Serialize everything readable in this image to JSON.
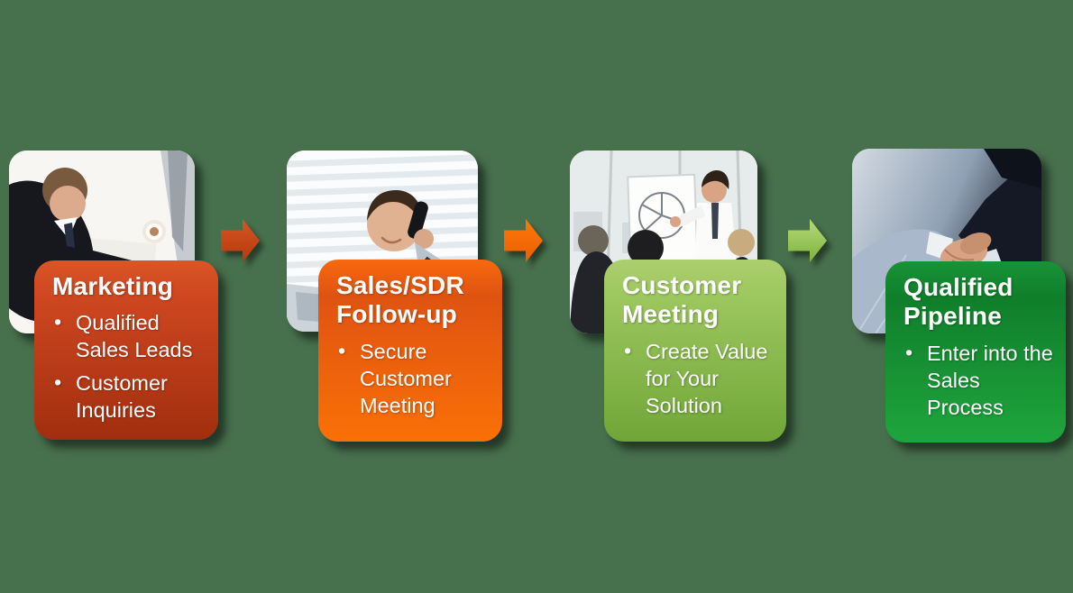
{
  "background_color": "#47704D",
  "stages": [
    {
      "title": "Marketing",
      "bullets": [
        "Qualified Sales Leads",
        "Customer Inquiries"
      ],
      "photo_icon": "businessman-working-at-desk",
      "colors": {
        "top_edge": "#DA5527",
        "title_area": "#CE4720",
        "bottom": "#A12E0F"
      }
    },
    {
      "title": "Sales/SDR Follow-up",
      "bullets": [
        "Secure Customer Meeting"
      ],
      "photo_icon": "salesman-talking-on-phone",
      "colors": {
        "top_edge": "#F8690E",
        "title_area": "#DF5312",
        "bottom": "#FA7006"
      }
    },
    {
      "title": "Customer Meeting",
      "bullets": [
        "Create Value for Your Solution"
      ],
      "photo_icon": "business-presentation-meeting",
      "colors": {
        "top_edge": "#ABCF6E",
        "title_area": "#9DC75F",
        "bottom": "#70A637"
      }
    },
    {
      "title": "Qualified Pipeline",
      "bullets": [
        "Enter into the Sales Process"
      ],
      "photo_icon": "business-handshake",
      "colors": {
        "top_edge": "#189336",
        "title_area": "#107E2B",
        "bottom": "#1FA53D"
      }
    }
  ],
  "arrows": [
    {
      "icon": "arrow-right-icon",
      "color_top": "#D95420",
      "color_bottom": "#B23A10"
    },
    {
      "icon": "arrow-right-icon",
      "color_top": "#FB7A07",
      "color_bottom": "#ED5D04"
    },
    {
      "icon": "arrow-right-icon",
      "color_top": "#B6DA79",
      "color_bottom": "#7DB23C"
    }
  ]
}
